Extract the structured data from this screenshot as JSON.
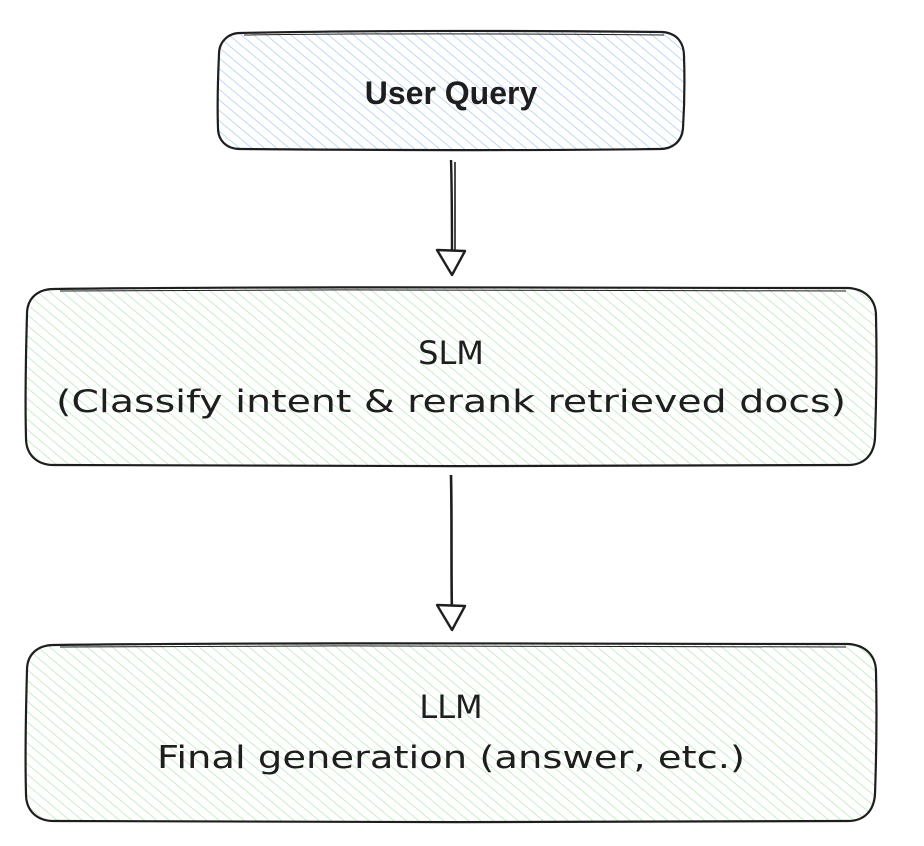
{
  "diagram": {
    "nodes": [
      {
        "id": "user-query",
        "label_lines": [
          "User Query"
        ],
        "fill": "#a5c8f0",
        "bold": true
      },
      {
        "id": "slm",
        "label_lines": [
          "SLM",
          "(Classify intent & rerank retrieved docs)"
        ],
        "fill": "#b2e6b2",
        "bold": false
      },
      {
        "id": "llm",
        "label_lines": [
          "LLM",
          "Final generation (answer, etc.)"
        ],
        "fill": "#b2e6b2",
        "bold": false
      }
    ],
    "edges": [
      {
        "from": "user-query",
        "to": "slm"
      },
      {
        "from": "slm",
        "to": "llm"
      }
    ],
    "stroke_color": "#1e1e1e"
  }
}
